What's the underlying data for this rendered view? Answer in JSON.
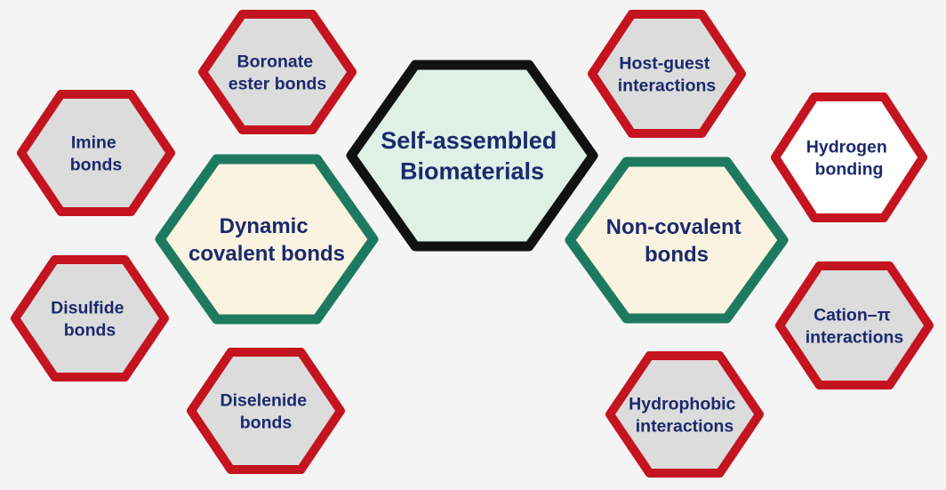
{
  "colors": {
    "background": "#f4f4f4",
    "text": "#1a2a6c",
    "center_stroke": "#111111",
    "center_fill": "#dff0e6",
    "category_stroke": "#1e7a5e",
    "category_fill": "#fbf3e1",
    "leaf_stroke": "#c4141f",
    "leaf_fill": "#dcdcdc",
    "leaf_fill_alt": "#ffffff"
  },
  "center": {
    "lines": [
      "Self-assembled",
      "Biomaterials"
    ]
  },
  "categories": {
    "dynamic": {
      "lines": [
        "Dynamic",
        "covalent bonds"
      ]
    },
    "noncovalent": {
      "lines": [
        "Non-covalent",
        "bonds"
      ]
    }
  },
  "covalent_bonds": {
    "boronate": {
      "lines": [
        "Boronate",
        "ester bonds"
      ]
    },
    "imine": {
      "lines": [
        "Imine",
        "bonds"
      ]
    },
    "disulfide": {
      "lines": [
        "Disulfide",
        "bonds"
      ]
    },
    "diselenide": {
      "lines": [
        "Diselenide",
        "bonds"
      ]
    }
  },
  "noncovalent_interactions": {
    "hostguest": {
      "lines": [
        "Host-guest",
        "interactions"
      ]
    },
    "hydrogen": {
      "lines": [
        "Hydrogen",
        "bonding"
      ]
    },
    "cation": {
      "lines": [
        "Cation–π",
        "interactions"
      ]
    },
    "hydrophobic": {
      "lines": [
        "Hydrophobic",
        "interactions"
      ]
    }
  }
}
